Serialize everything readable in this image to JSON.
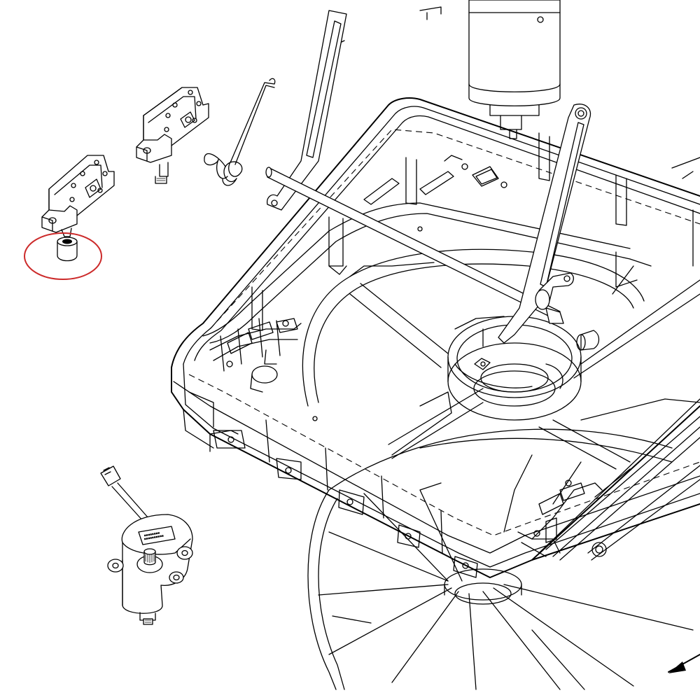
{
  "diagram": {
    "type": "exploded-parts-drawing",
    "highlight": {
      "part": "bushing",
      "color": "#cc2a2a"
    },
    "parts": [
      {
        "id": "fan-base-frame",
        "icon": "frame-icon"
      },
      {
        "id": "fan-blade-wheel",
        "icon": "fan-icon"
      },
      {
        "id": "drive-motor",
        "icon": "motor-icon"
      },
      {
        "id": "lift-arm-left",
        "icon": "arm-icon"
      },
      {
        "id": "lift-arm-right",
        "icon": "arm-icon"
      },
      {
        "id": "crossbar-rod",
        "icon": "rod-icon"
      },
      {
        "id": "hinge-bracket-upper",
        "icon": "bracket-icon"
      },
      {
        "id": "hinge-bracket-lower",
        "icon": "bracket-icon"
      },
      {
        "id": "torsion-spring",
        "icon": "spring-icon"
      },
      {
        "id": "bushing",
        "icon": "bushing-icon"
      },
      {
        "id": "gear-motor",
        "icon": "gearmotor-icon"
      },
      {
        "id": "wire-connector",
        "icon": "connector-icon"
      }
    ]
  }
}
